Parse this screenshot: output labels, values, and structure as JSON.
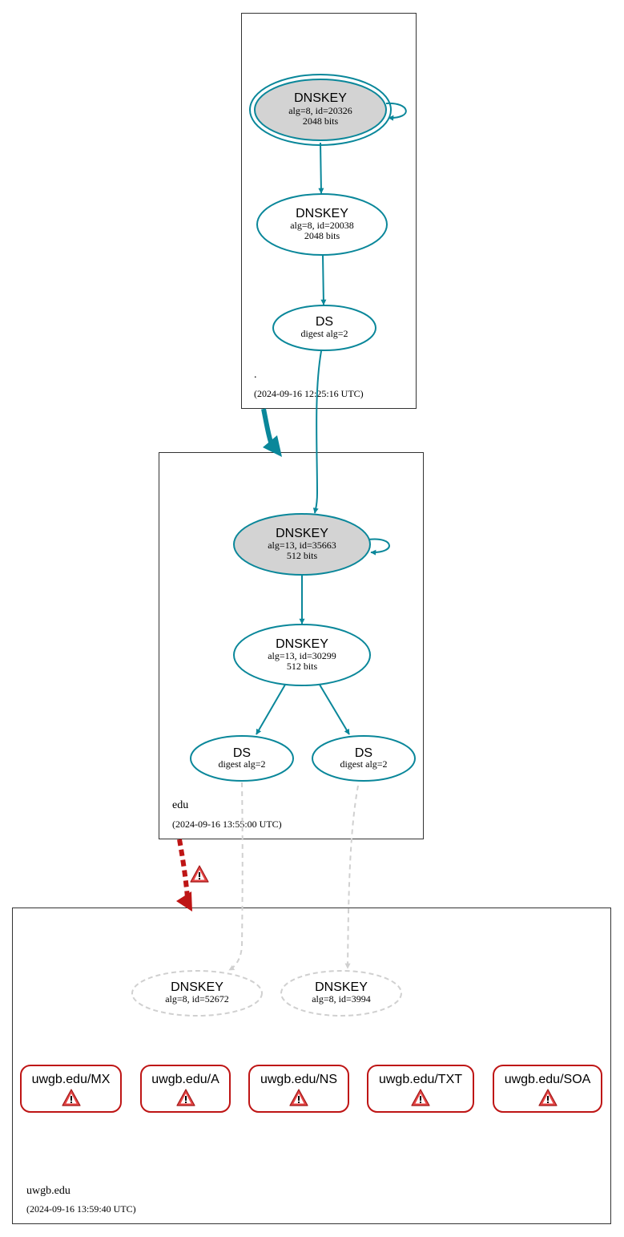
{
  "colors": {
    "secure": "#0a879a",
    "insecure": "#d0d0d0",
    "bogus": "#be1515",
    "ksk_fill": "#d3d3d3",
    "warning": "#e03030"
  },
  "zones": {
    "root": {
      "name": ".",
      "timestamp": "(2024-09-16 12:25:16 UTC)"
    },
    "edu": {
      "name": "edu",
      "timestamp": "(2024-09-16 13:55:00 UTC)"
    },
    "uwgb": {
      "name": "uwgb.edu",
      "timestamp": "(2024-09-16 13:59:40 UTC)"
    }
  },
  "nodes": {
    "root_ksk": {
      "type": "DNSKEY",
      "line1": "alg=8, id=20326",
      "line2": "2048 bits"
    },
    "root_zsk": {
      "type": "DNSKEY",
      "line1": "alg=8, id=20038",
      "line2": "2048 bits"
    },
    "root_ds": {
      "type": "DS",
      "line1": "digest alg=2"
    },
    "edu_ksk": {
      "type": "DNSKEY",
      "line1": "alg=13, id=35663",
      "line2": "512 bits"
    },
    "edu_zsk": {
      "type": "DNSKEY",
      "line1": "alg=13, id=30299",
      "line2": "512 bits"
    },
    "edu_ds1": {
      "type": "DS",
      "line1": "digest alg=2"
    },
    "edu_ds2": {
      "type": "DS",
      "line1": "digest alg=2"
    },
    "uwgb_key1": {
      "type": "DNSKEY",
      "line1": "alg=8, id=52672"
    },
    "uwgb_key2": {
      "type": "DNSKEY",
      "line1": "alg=8, id=3994"
    }
  },
  "rrsets": [
    {
      "label": "uwgb.edu/MX",
      "icon": "warning-icon"
    },
    {
      "label": "uwgb.edu/A",
      "icon": "warning-icon"
    },
    {
      "label": "uwgb.edu/NS",
      "icon": "warning-icon"
    },
    {
      "label": "uwgb.edu/TXT",
      "icon": "warning-icon"
    },
    {
      "label": "uwgb.edu/SOA",
      "icon": "warning-icon"
    }
  ]
}
